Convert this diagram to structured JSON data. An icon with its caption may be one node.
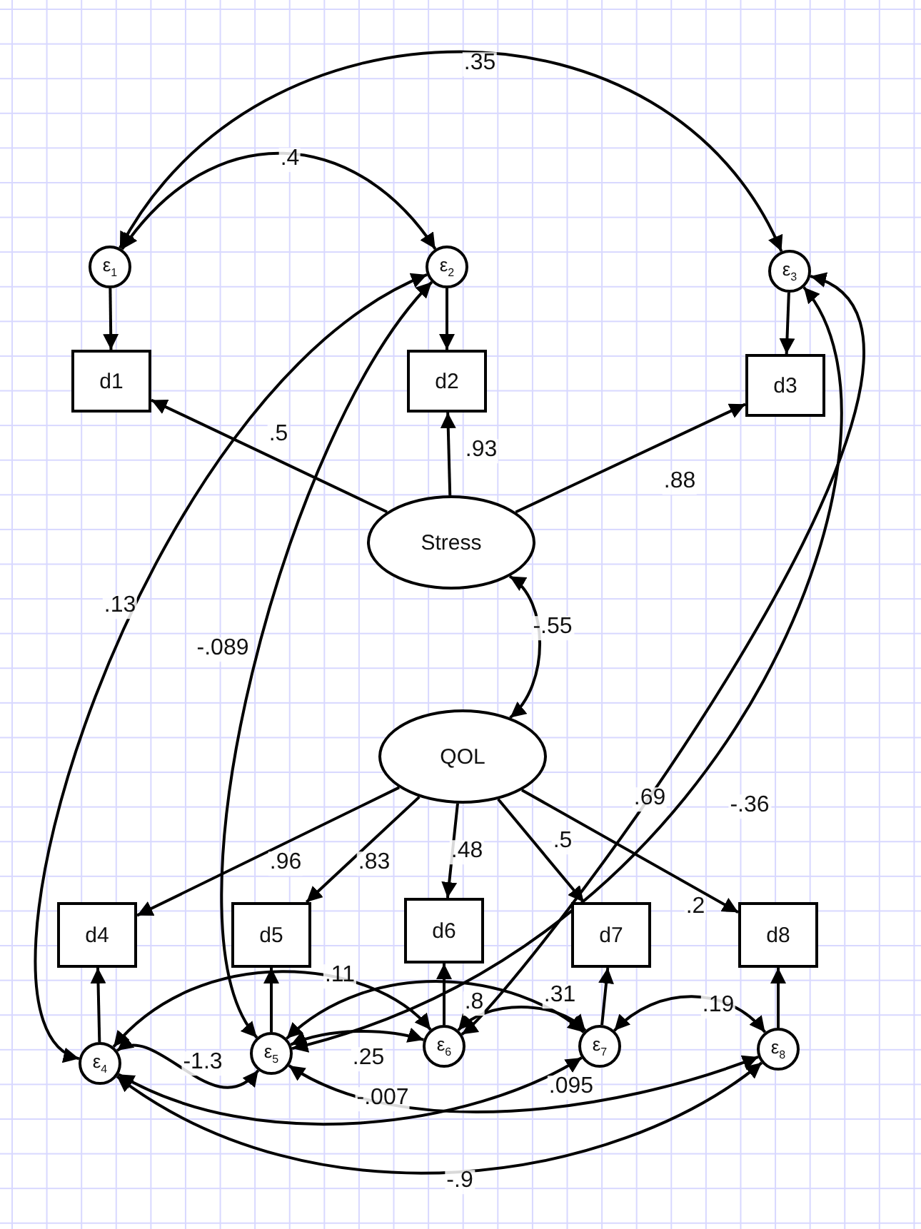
{
  "diagram": {
    "nodes": [
      {
        "text": [
          "ε$_{1}$"
        ]
      },
      {
        "text": [
          "ε$_{2}$"
        ]
      },
      {
        "text": [
          "ε$_{3}$"
        ]
      },
      {
        "text": [
          "d1"
        ]
      },
      {
        "text": [
          "d2"
        ]
      },
      {
        "text": [
          "d3"
        ]
      },
      {
        "text": [
          "Stress"
        ]
      },
      {
        "text": [
          "QOL"
        ]
      },
      {
        "text": [
          "d4"
        ]
      },
      {
        "text": [
          "d5"
        ]
      },
      {
        "text": [
          "d6"
        ]
      },
      {
        "text": [
          "d7"
        ]
      },
      {
        "text": [
          "d8"
        ]
      },
      {
        "text": [
          "ε$_{4}$"
        ]
      },
      {
        "text": [
          "ε$_{5}$"
        ]
      },
      {
        "text": [
          "ε$_{6}$"
        ]
      },
      {
        "text": [
          "ε$_{7}$"
        ]
      },
      {
        "text": [
          "ε$_{8}$"
        ]
      }
    ],
    "edges": [
      {
        "from": 0,
        "to": 3,
        "arrow": "to"
      },
      {
        "from": 1,
        "to": 4,
        "arrow": "to"
      },
      {
        "from": 2,
        "to": 5,
        "arrow": "to"
      },
      {
        "from": 13,
        "to": 8,
        "arrow": "to"
      },
      {
        "from": 14,
        "to": 9,
        "arrow": "to"
      },
      {
        "from": 15,
        "to": 10,
        "arrow": "to"
      },
      {
        "from": 16,
        "to": 11,
        "arrow": "to"
      },
      {
        "from": 17,
        "to": 12,
        "arrow": "to"
      },
      {
        "from": 6,
        "to": 3,
        "arrow": "to",
        "label": ".5"
      },
      {
        "from": 6,
        "to": 4,
        "arrow": "to",
        "label": ".93"
      },
      {
        "from": 6,
        "to": 5,
        "arrow": "to",
        "label": ".88"
      },
      {
        "from": 7,
        "to": 8,
        "arrow": "to",
        "label": ".96"
      },
      {
        "from": 7,
        "to": 9,
        "arrow": "to",
        "label": ".83"
      },
      {
        "from": 7,
        "to": 10,
        "arrow": "to",
        "label": ".48"
      },
      {
        "from": 7,
        "to": 11,
        "arrow": "to",
        "label": ".5"
      },
      {
        "from": 7,
        "to": 12,
        "arrow": "to",
        "label": ".2"
      },
      {
        "from": 0,
        "to": 1,
        "arrow": "both",
        "label": ".4"
      },
      {
        "from": 0,
        "to": 2,
        "arrow": "both",
        "label": ".35"
      },
      {
        "from": 6,
        "to": 7,
        "arrow": "both",
        "label": "-.55"
      },
      {
        "from": 1,
        "to": 13,
        "arrow": "both",
        "label": ".13"
      },
      {
        "from": 1,
        "to": 14,
        "arrow": "both",
        "label": "-.089"
      },
      {
        "from": 2,
        "to": 14,
        "arrow": "both",
        "label": "-.36"
      },
      {
        "from": 2,
        "to": 15,
        "arrow": "both",
        "label": ".69"
      },
      {
        "from": 13,
        "to": 14,
        "arrow": "both",
        "label": "-1.3"
      },
      {
        "from": 13,
        "to": 15,
        "arrow": "both",
        "label": ".11"
      },
      {
        "from": 13,
        "to": 16,
        "arrow": "both",
        "label": "-.007"
      },
      {
        "from": 13,
        "to": 17,
        "arrow": "both",
        "label": "-.9"
      },
      {
        "from": 14,
        "to": 15,
        "arrow": "both",
        "label": ".25"
      },
      {
        "from": 14,
        "to": 16,
        "arrow": "both",
        "label": ".8"
      },
      {
        "from": 14,
        "to": 17,
        "arrow": "both",
        "label": ".095"
      },
      {
        "from": 15,
        "to": 16,
        "arrow": "both",
        "label": ".31"
      },
      {
        "from": 16,
        "to": 17,
        "arrow": "both",
        "label": ".19"
      }
    ]
  }
}
